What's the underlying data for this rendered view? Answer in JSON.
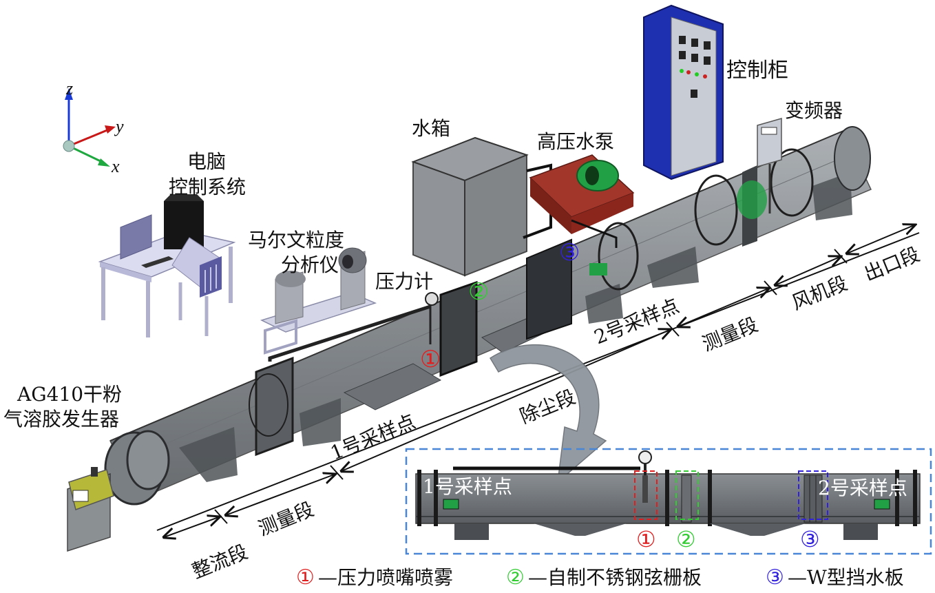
{
  "axes": {
    "z": "z",
    "y": "y",
    "x": "x"
  },
  "labels": {
    "computer": [
      "电脑",
      "控制系统"
    ],
    "malvern": [
      "马尔文粒度",
      "分析仪"
    ],
    "water_tank": "水箱",
    "pump": "高压水泵",
    "cabinet": "控制柜",
    "inverter": "变频器",
    "gauge": "压力计",
    "generator": [
      "AG410干粉",
      "气溶胶发生器"
    ],
    "sample1": "1号采样点",
    "sample2": "2号采样点",
    "dust": "除尘段",
    "measure": "测量段",
    "rectifier": "整流段",
    "fan": "风机段",
    "outlet": "出口段"
  },
  "markers": {
    "m1": "①",
    "m2": "②",
    "m3": "③"
  },
  "inset": {
    "sample1": "1号采样点",
    "sample2": "2号采样点"
  },
  "legend": [
    {
      "mark": "①",
      "text": "—压力喷嘴喷雾",
      "color": "#e02020"
    },
    {
      "mark": "②",
      "text": "—自制不锈钢弦栅板",
      "color": "#33cc33"
    },
    {
      "mark": "③",
      "text": "—W型挡水板",
      "color": "#3322dd"
    }
  ],
  "colors": {
    "duct": "#7f8488",
    "duct_dark": "#55595d",
    "cabinet": "#1e2fb0",
    "pump_body": "#9a2b22",
    "motor": "#22a046",
    "marker1": "#e02020",
    "marker2": "#33cc33",
    "marker3": "#3322dd",
    "inset_border": "#4a86d8"
  }
}
